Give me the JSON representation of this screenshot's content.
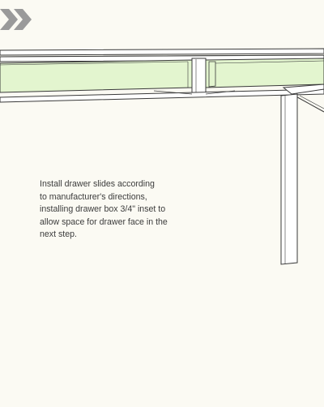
{
  "colors": {
    "background": "#fbfaf3",
    "panel_green": "#e3f5cf",
    "outline": "#3a3a3a",
    "chevron": "#9a9a9a"
  },
  "icons": {
    "next_step": "double-chevron-right-icon"
  },
  "instruction": {
    "lines": [
      "Install drawer slides according",
      "to manufacturer's directions,",
      "installing drawer box 3/4\" inset to",
      "allow space for drawer face in the",
      "next step."
    ]
  }
}
